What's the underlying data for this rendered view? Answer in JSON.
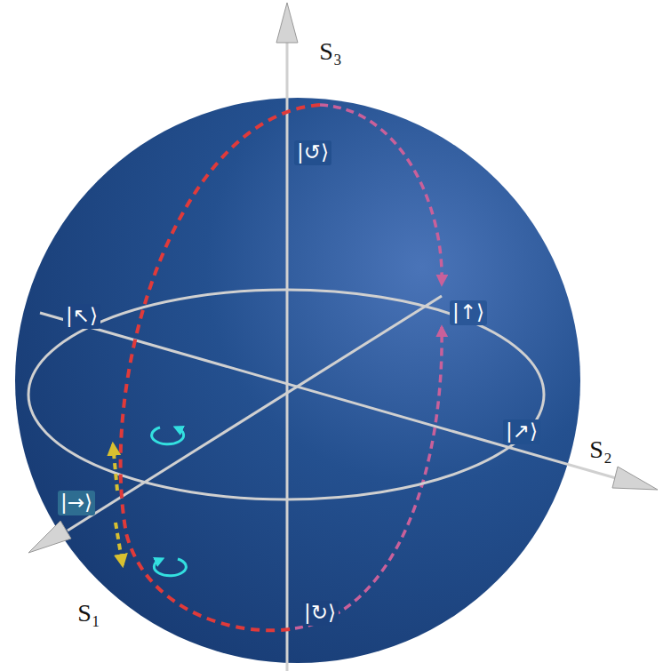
{
  "diagram": {
    "labels": [
      "S₃",
      "|↺⟩",
      "|↑⟩",
      "|↖⟩",
      "|↗⟩",
      "S₂",
      "|→⟩",
      "S₁",
      "|↻⟩"
    ]
  }
}
